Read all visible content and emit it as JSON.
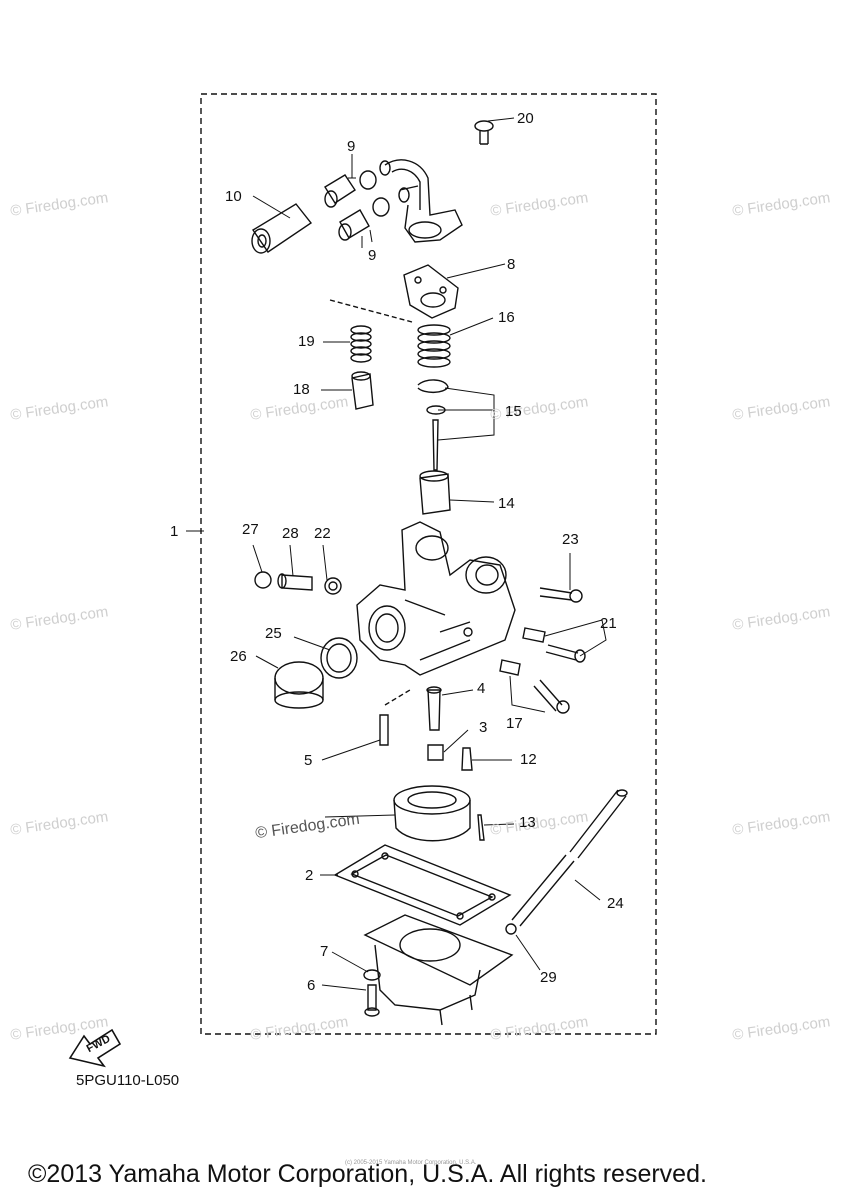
{
  "diagram_code": "5PGU110-L050",
  "copyright": "©2013 Yamaha Motor Corporation, U.S.A. All rights reserved.",
  "tiny_notice": "(c) 2005-2015 Yamaha Motor Corporation, U.S.A.",
  "watermark_text": "© Firedog.com",
  "fwd_label": "FWD",
  "callouts": {
    "c1": "1",
    "c2": "2",
    "c3": "3",
    "c4": "4",
    "c5": "5",
    "c6": "6",
    "c7": "7",
    "c8": "8",
    "c9a": "9",
    "c9b": "9",
    "c10": "10",
    "c12": "12",
    "c13": "13",
    "c14": "14",
    "c15": "15",
    "c16": "16",
    "c17": "17",
    "c18": "18",
    "c19": "19",
    "c20": "20",
    "c21": "21",
    "c22": "22",
    "c23": "23",
    "c24": "24",
    "c25": "25",
    "c26": "26",
    "c27": "27",
    "c28": "28",
    "c29": "29"
  }
}
